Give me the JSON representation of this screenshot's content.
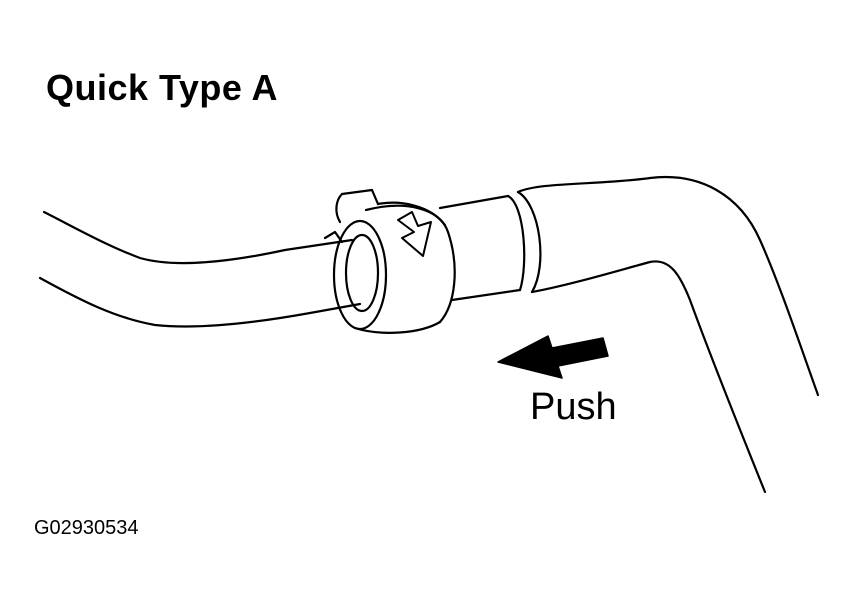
{
  "title": "Quick Type A",
  "push_label": "Push",
  "figure_id": "G02930534",
  "colors": {
    "line": "#000000",
    "background": "#ffffff"
  }
}
